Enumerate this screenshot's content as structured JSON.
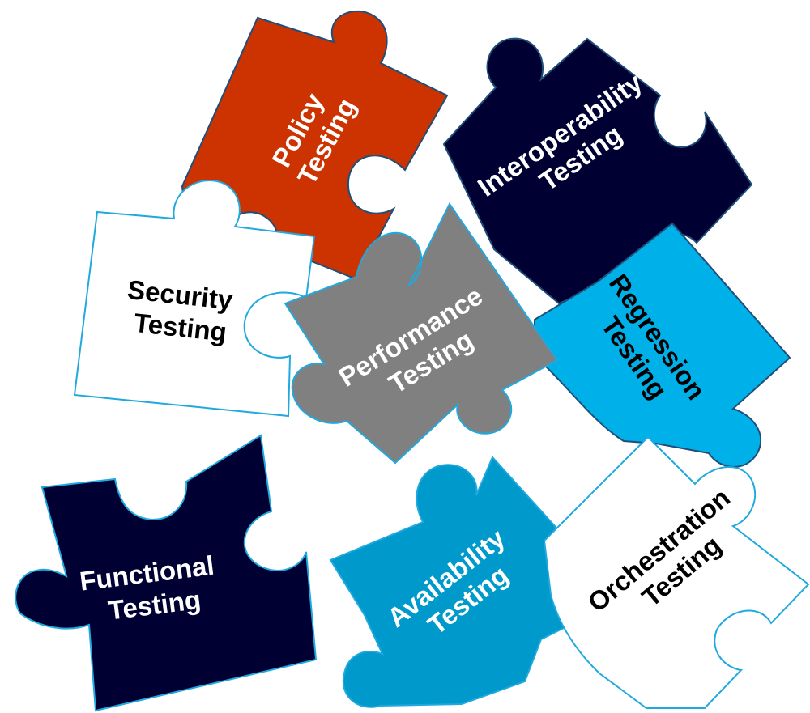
{
  "pieces": [
    {
      "id": "policy",
      "lines": [
        "Policy",
        "Testing"
      ],
      "fill": "#cc3300",
      "stroke": "#1f4e79",
      "text_color": "#ffffff"
    },
    {
      "id": "interoperability",
      "lines": [
        "Interoperability",
        "Testing"
      ],
      "fill": "#000033",
      "stroke": "#1f4e79",
      "text_color": "#ffffff"
    },
    {
      "id": "security",
      "lines": [
        "Security",
        "Testing"
      ],
      "fill": "#ffffff",
      "stroke": "#1fa9de",
      "text_color": "#000000"
    },
    {
      "id": "performance",
      "lines": [
        "Performance",
        "Testing"
      ],
      "fill": "#808080",
      "stroke": "#1fa9de",
      "text_color": "#ffffff"
    },
    {
      "id": "regression",
      "lines": [
        "Regression",
        "Testing"
      ],
      "fill": "#00b0e8",
      "stroke": "#1f4e79",
      "text_color": "#000000"
    },
    {
      "id": "functional",
      "lines": [
        "Functional",
        "Testing"
      ],
      "fill": "#000033",
      "stroke": "#1fa9de",
      "text_color": "#ffffff"
    },
    {
      "id": "availability",
      "lines": [
        "Availability",
        "Testing"
      ],
      "fill": "#0099cc",
      "stroke": "#1fa9de",
      "text_color": "#ffffff"
    },
    {
      "id": "orchestration",
      "lines": [
        "Orchestration",
        "Testing"
      ],
      "fill": "#ffffff",
      "stroke": "#1fa9de",
      "text_color": "#000000"
    }
  ]
}
